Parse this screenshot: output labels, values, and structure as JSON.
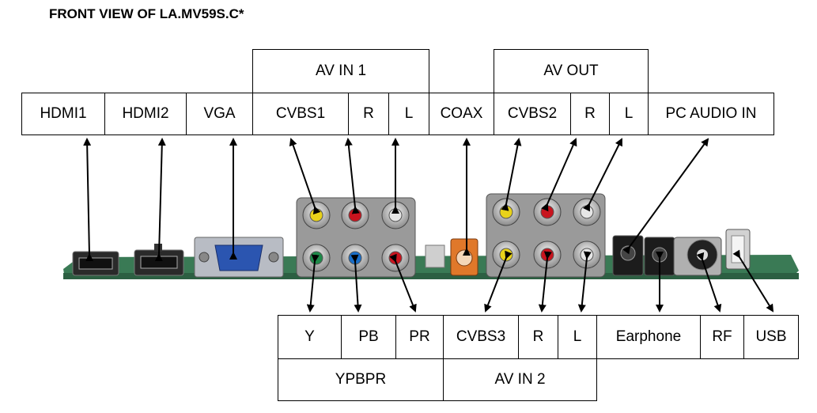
{
  "title": "FRONT VIEW OF LA.MV59S.C*",
  "top_groups": {
    "av_in_1": "AV IN 1",
    "av_out": "AV OUT"
  },
  "top_labels": {
    "hdmi1": "HDMI1",
    "hdmi2": "HDMI2",
    "vga": "VGA",
    "cvbs1": "CVBS1",
    "r1": "R",
    "l1": "L",
    "coax": "COAX",
    "cvbs2": "CVBS2",
    "r2": "R",
    "l2": "L",
    "pc_audio_in": "PC AUDIO IN"
  },
  "bottom_labels": {
    "y": "Y",
    "pb": "PB",
    "pr": "PR",
    "cvbs3": "CVBS3",
    "r3": "R",
    "l3": "L",
    "earphone": "Earphone",
    "rf": "RF",
    "usb": "USB"
  },
  "bottom_groups": {
    "ypbpr": "YPBPR",
    "av_in_2": "AV IN 2"
  },
  "colors": {
    "yellow": "#e8d21a",
    "red": "#c8141e",
    "white": "#e6e6e6",
    "green": "#1f8a4a",
    "blue": "#1a6ec8",
    "orange": "#e0782a",
    "pcb": "#3a7a55"
  }
}
